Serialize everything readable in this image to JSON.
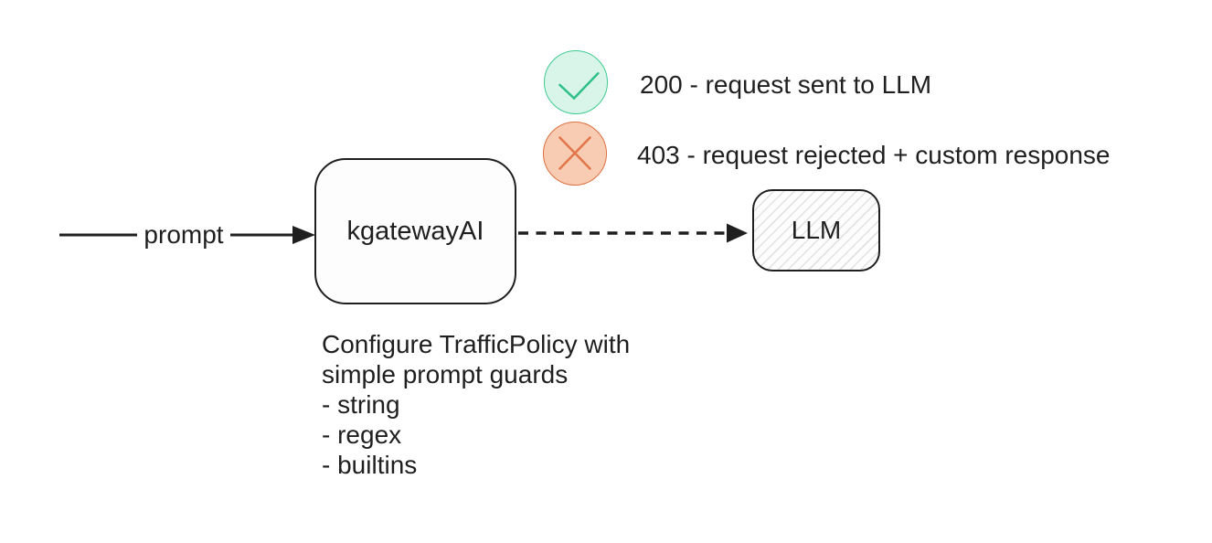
{
  "colors": {
    "ink": "#1f1f1f",
    "success-fill": "#d9f4e9",
    "success-stroke": "#3fcb92",
    "success-icon": "#2fbf8a",
    "rejected-fill": "#f8ccb3",
    "rejected-stroke": "#dd6f3f",
    "rejected-icon": "#e0764a",
    "hatch": "#e2e2e2",
    "node-bg": "#fdfdfd"
  },
  "flow": {
    "prompt_label": "prompt",
    "gateway_label": "kgatewayAI",
    "llm_label": "LLM"
  },
  "legend": {
    "success": {
      "icon": "check",
      "text": "200 - request sent to LLM"
    },
    "rejected": {
      "icon": "cross",
      "text": "403 - request rejected + custom response"
    }
  },
  "caption": {
    "lines": [
      "Configure TrafficPolicy with",
      "simple prompt guards",
      "- string",
      "- regex",
      "- builtins"
    ]
  }
}
